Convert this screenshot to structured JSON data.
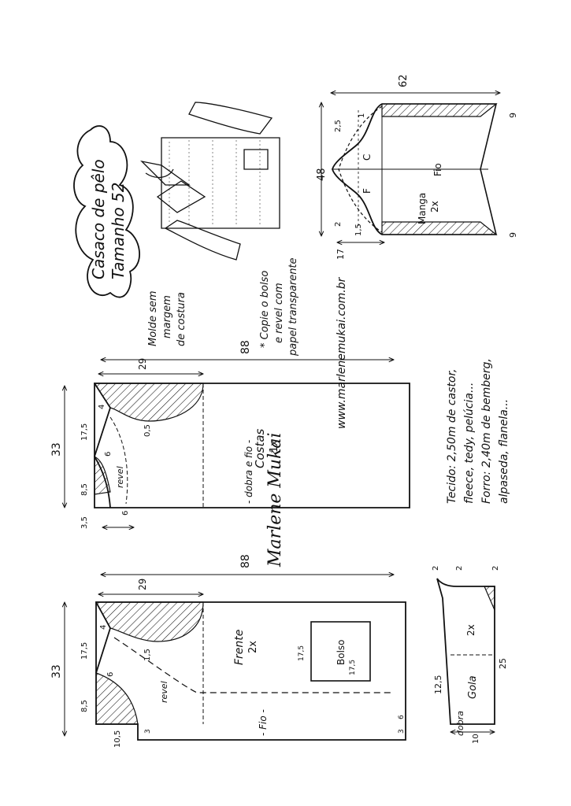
{
  "title": {
    "line1": "Casaco de pêlo",
    "line2": "Tamanho 52"
  },
  "notes": {
    "molde": [
      "Molde sem",
      "margem",
      "de costura"
    ],
    "copie": [
      "* Copie o bolso",
      "e revel com",
      "papel transparente"
    ]
  },
  "website": "www.marlenemukai.com.br",
  "signature": "Marlene Mukai",
  "fabric": {
    "line1": "Tecido: 2,50m de castor,",
    "line2": "fleece, tedy, pelúcia...",
    "line3": "Forro: 2,40m de bemberg,",
    "line4": "alpaseda, flanela..."
  },
  "sleeve": {
    "width": "62",
    "height": "48",
    "fio": "Fio",
    "name": "Manga",
    "qty": "2x",
    "label_c": "C",
    "label_f": "F",
    "m_25": "2,5",
    "m_1": "1",
    "m_2": "2",
    "m_15": "1,5",
    "m_17": "17",
    "m_9a": "9",
    "m_9b": "9"
  },
  "back": {
    "length": "88",
    "shoulder_depth": "29",
    "width": "33",
    "m_4": "4",
    "m_175": "17,5",
    "m_6": "6",
    "m_05": "0,5",
    "m_85": "8,5",
    "m_35": "3,5",
    "m_6b": "6",
    "revel": "revel",
    "name": "Costas",
    "qty": "1x",
    "dobra": "- dobra e fio -"
  },
  "front": {
    "length": "88",
    "shoulder_depth": "29",
    "width": "33",
    "m_4": "4",
    "m_175": "17,5",
    "m_6": "6",
    "m_15": "1,5",
    "m_85": "8,5",
    "m_105": "10,5",
    "m_3": "3",
    "m_6b": "6",
    "m_3b": "3",
    "revel": "revel",
    "name": "Frente",
    "qty": "2x",
    "fio": "- Fio -",
    "pocket": {
      "name": "Bolso",
      "w": "17,5",
      "h": "17,5"
    }
  },
  "collar": {
    "name": "Gola",
    "qty": "2x",
    "dobra": "dobra",
    "m_2a": "2",
    "m_2b": "2",
    "m_2c": "2",
    "m_125": "12,5",
    "m_25": "25",
    "m_10": "10"
  }
}
